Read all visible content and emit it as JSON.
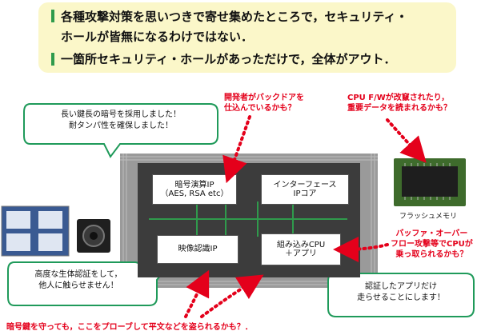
{
  "headline": {
    "line1": "各種攻撃対策を思いつきで寄せ集めたところで，セキュリティ・",
    "line2": "ホールが皆無になるわけではない．",
    "line3": "一箇所セキュリティ・ホールがあっただけで，全体がアウト．"
  },
  "callouts": {
    "crypto_key": {
      "line1": "長い鍵長の暗号を採用しました！",
      "line2": "耐タンパ性を確保しました！"
    },
    "biometric": {
      "line1": "高度な生体認証をして，",
      "line2": "他人に触らせません！"
    },
    "app_auth": {
      "line1": "認証したアプリだけ",
      "line2": "走らせることにします！"
    }
  },
  "threats": {
    "backdoor": {
      "line1": "開発者がバックドアを",
      "line2": "仕込んでいるかも？"
    },
    "firmware": {
      "line1": "CPU F/Wが改竄されたり，",
      "line2": "重要データを読まれるかも？"
    },
    "overflow": {
      "line1": "バッファ・オーバー",
      "line2": "フロー攻撃等でCPUが",
      "line3": "乗っ取られるかも？"
    },
    "probe": "暗号鍵を守っても，ここをプローブして平文などを盗られるかも？．"
  },
  "blocks": {
    "crypto": {
      "line1": "暗号演算IP",
      "line2": "（AES, RSA etc）"
    },
    "interface": {
      "line1": "インターフェース",
      "line2": "IPコア"
    },
    "video": {
      "line1": "映像認識IP"
    },
    "cpu": {
      "line1": "組み込みCPU",
      "line2": "＋アプリ"
    }
  },
  "flash_label": "フラッシュメモリ",
  "colors": {
    "threat": "#e4001b",
    "bus": "#2f9b4c",
    "callout_border": "#1f9a5a",
    "headline_bg": "#fbf7c9"
  }
}
